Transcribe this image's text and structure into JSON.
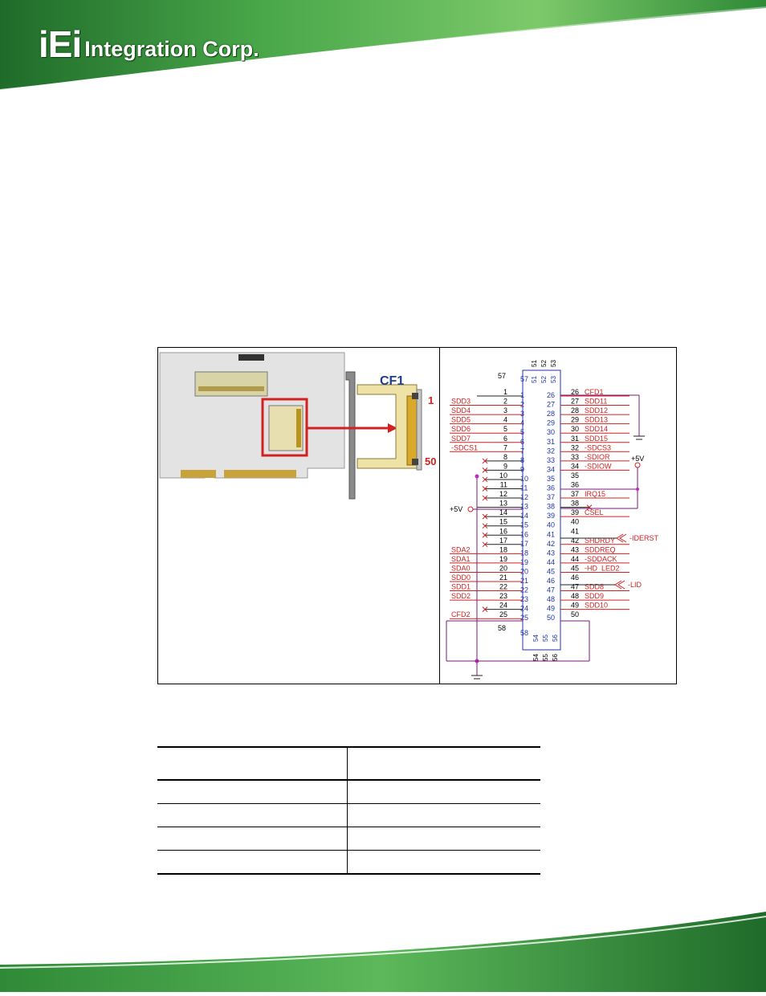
{
  "header": {
    "logo_mark": "iEi",
    "logo_text": "Integration Corp."
  },
  "colors": {
    "brand_green": "#3f9a3a",
    "highlight_red": "#d32020",
    "schematic_blue": "#2233aa",
    "schematic_purple": "#7a1a7a"
  },
  "board": {
    "connector_label": "CF1",
    "pin_first": "1",
    "pin_last": "50"
  },
  "schematic": {
    "top_numbers": [
      "51",
      "52",
      "53"
    ],
    "pin57_label": "57",
    "pin58_label": "58",
    "bottom_numbers": [
      "54",
      "55",
      "56"
    ],
    "left_outer_numbers": [
      "1",
      "2",
      "3",
      "4",
      "5",
      "6",
      "7",
      "8",
      "9",
      "10",
      "11",
      "12",
      "13",
      "14",
      "15",
      "16",
      "17",
      "18",
      "19",
      "20",
      "21",
      "22",
      "23",
      "24",
      "25"
    ],
    "left_inner_numbers": [
      "1",
      "2",
      "3",
      "4",
      "5",
      "6",
      "7",
      "8",
      "9",
      "10",
      "11",
      "12",
      "13",
      "14",
      "15",
      "16",
      "17",
      "18",
      "19",
      "20",
      "21",
      "22",
      "23",
      "24",
      "25"
    ],
    "right_inner_numbers": [
      "26",
      "27",
      "28",
      "29",
      "30",
      "31",
      "32",
      "33",
      "34",
      "35",
      "36",
      "37",
      "38",
      "39",
      "40",
      "41",
      "42",
      "43",
      "44",
      "45",
      "46",
      "47",
      "48",
      "49",
      "50"
    ],
    "right_outer_numbers": [
      "26",
      "27",
      "28",
      "29",
      "30",
      "31",
      "32",
      "33",
      "34",
      "35",
      "36",
      "37",
      "38",
      "39",
      "40",
      "41",
      "42",
      "43",
      "44",
      "45",
      "46",
      "47",
      "48",
      "49",
      "50"
    ],
    "left_signals": [
      "",
      "SDD3",
      "SDD4",
      "SDD5",
      "SDD6",
      "SDD7",
      "-SDCS1",
      "",
      "",
      "",
      "",
      "",
      "",
      "",
      "",
      "",
      "",
      "SDA2",
      "SDA1",
      "SDA0",
      "SDD0",
      "SDD1",
      "SDD2",
      "",
      "CFD2"
    ],
    "right_signals": [
      "CFD1",
      "SDD11",
      "SDD12",
      "SDD13",
      "SDD14",
      "SDD15",
      "-SDCS3",
      "-SDIOR",
      "-SDIOW",
      "",
      "",
      "IRQ15",
      "",
      "CSEL",
      "",
      "",
      "SHDRDY",
      "SDDREQ",
      "-SDDACK",
      "-HD_LED2",
      "",
      "SDD8",
      "SDD9",
      "SDD10",
      ""
    ],
    "plus5v_right": "+5V",
    "plus5v_left": "+5V",
    "iderst": "-IDERST",
    "lid": "-LID"
  },
  "table": {
    "rows": [
      [
        "",
        "",
        "",
        ""
      ],
      [
        "",
        "",
        "",
        ""
      ],
      [
        "",
        "",
        "",
        ""
      ],
      [
        "",
        "",
        "",
        ""
      ],
      [
        "",
        "",
        "",
        ""
      ]
    ]
  }
}
